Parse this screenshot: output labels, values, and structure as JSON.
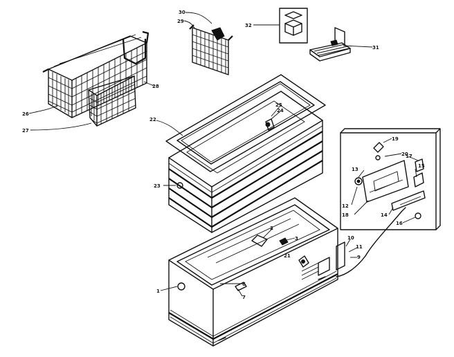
{
  "callouts": [
    {
      "id": "c1",
      "text": "1"
    },
    {
      "id": "c2",
      "text": "2"
    },
    {
      "id": "c3",
      "text": "3"
    },
    {
      "id": "c6",
      "text": "6"
    },
    {
      "id": "c7",
      "text": "7"
    },
    {
      "id": "c9",
      "text": "9"
    },
    {
      "id": "c10",
      "text": "10"
    },
    {
      "id": "c11",
      "text": "11"
    },
    {
      "id": "c12",
      "text": "12"
    },
    {
      "id": "c13",
      "text": "13"
    },
    {
      "id": "c14",
      "text": "14"
    },
    {
      "id": "c15",
      "text": "15"
    },
    {
      "id": "c16",
      "text": "16"
    },
    {
      "id": "c17",
      "text": "17"
    },
    {
      "id": "c18",
      "text": "18"
    },
    {
      "id": "c19",
      "text": "19"
    },
    {
      "id": "c20",
      "text": "20"
    },
    {
      "id": "c21",
      "text": "21"
    },
    {
      "id": "c22",
      "text": "22"
    },
    {
      "id": "c23",
      "text": "23"
    },
    {
      "id": "c24",
      "text": "24"
    },
    {
      "id": "c25",
      "text": "25"
    },
    {
      "id": "c26",
      "text": "26"
    },
    {
      "id": "c27",
      "text": "27"
    },
    {
      "id": "c28",
      "text": "28"
    },
    {
      "id": "c29",
      "text": "29"
    },
    {
      "id": "c30",
      "text": "30"
    },
    {
      "id": "c31",
      "text": "31"
    },
    {
      "id": "c32",
      "text": "32"
    }
  ]
}
